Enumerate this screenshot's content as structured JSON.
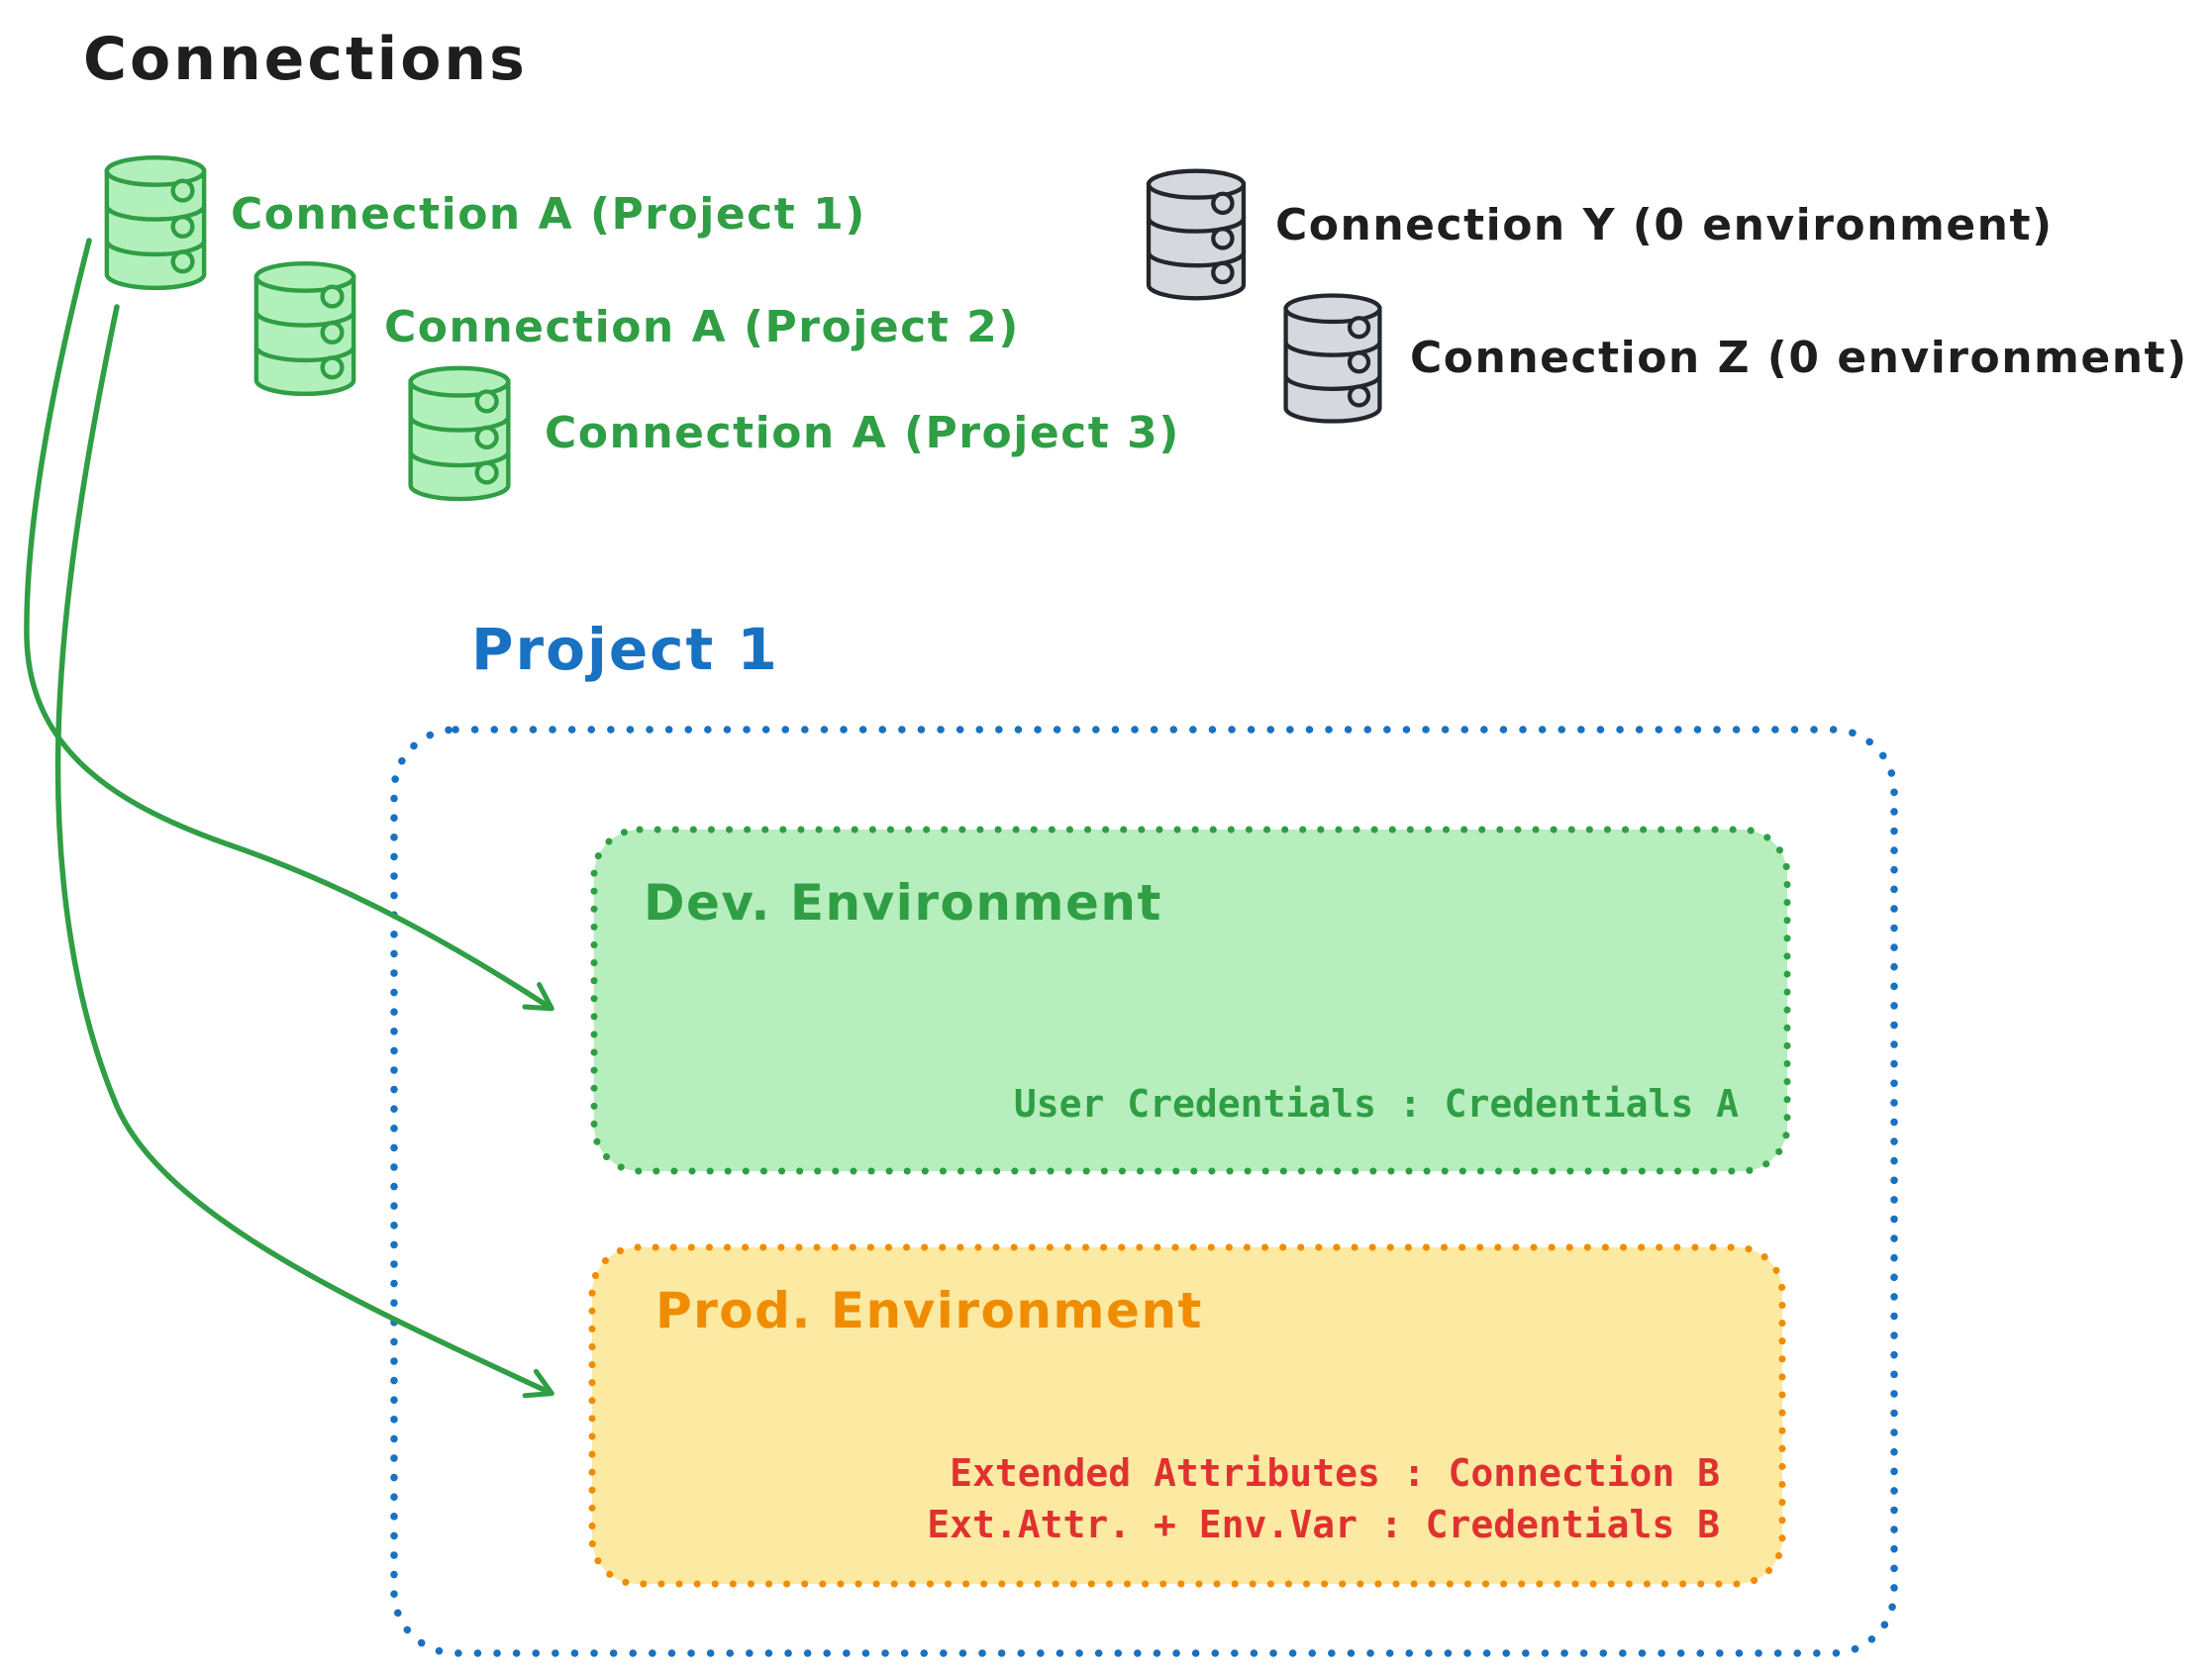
{
  "title": "Connections",
  "colors": {
    "ink": "#1e1e1e",
    "green": "#2f9e44",
    "green_fill": "#b6eebd",
    "blue": "#1971c2",
    "orange": "#f08c00",
    "yellow_fill": "#fce9a2",
    "red": "#e03131",
    "gray_fill": "#d5d9de"
  },
  "connections": {
    "project_scoped": [
      {
        "icon": "database-icon",
        "label": "Connection A (Project 1)"
      },
      {
        "icon": "database-icon",
        "label": "Connection A (Project 2)"
      },
      {
        "icon": "database-icon",
        "label": "Connection A (Project 3)"
      }
    ],
    "unscoped": [
      {
        "icon": "database-icon",
        "label": "Connection Y (0 environment)"
      },
      {
        "icon": "database-icon",
        "label": "Connection Z (0 environment)"
      }
    ]
  },
  "project": {
    "title": "Project 1",
    "environments": [
      {
        "name": "dev",
        "title": "Dev. Environment",
        "mappings": [
          "User Credentials : Credentials A"
        ]
      },
      {
        "name": "prod",
        "title": "Prod. Environment",
        "mappings": [
          "Extended Attributes : Connection B",
          "Ext.Attr. + Env.Var : Credentials B"
        ]
      }
    ]
  }
}
